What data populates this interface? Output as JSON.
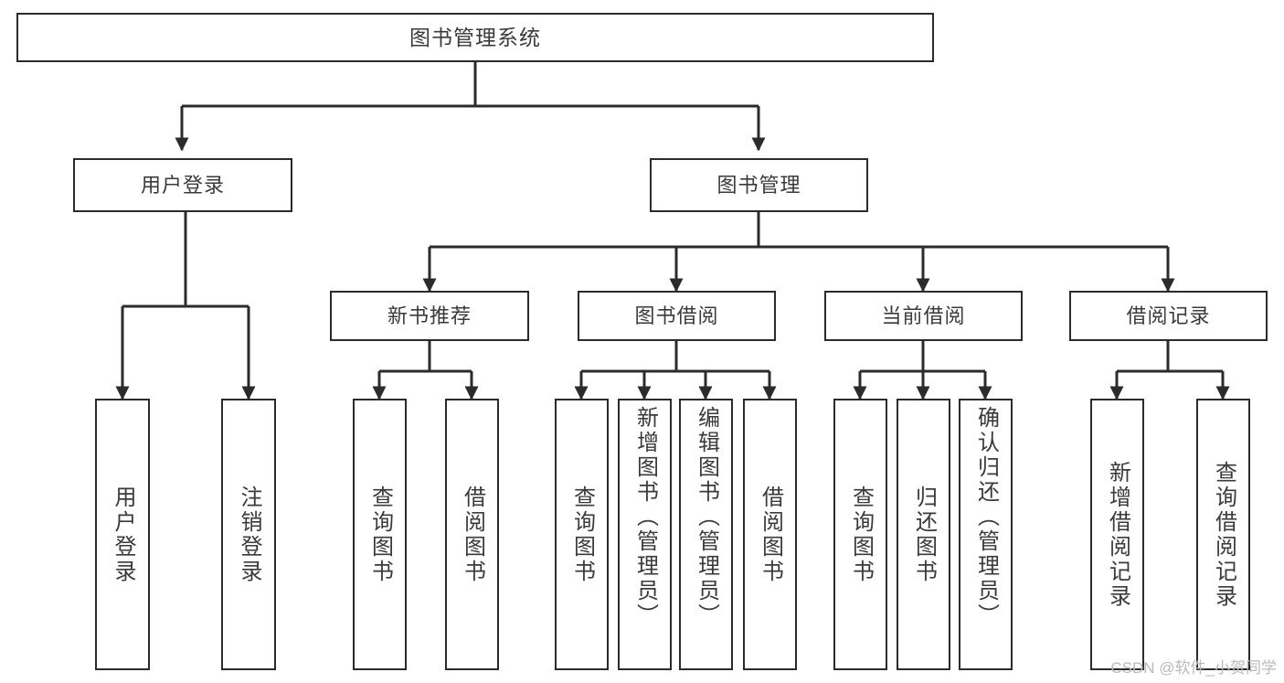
{
  "diagram": {
    "title": "图书管理系统",
    "type": "tree-hierarchy-chart",
    "line_color": "#2b2b2b",
    "text_color": "#3a3a3a",
    "background": "#ffffff"
  },
  "nodes": {
    "root": {
      "label": "图书管理系统"
    },
    "level2": [
      {
        "id": "user-login",
        "label": "用户登录"
      },
      {
        "id": "book-management",
        "label": "图书管理"
      }
    ],
    "level3": [
      {
        "id": "new-book-recommend",
        "label": "新书推荐"
      },
      {
        "id": "book-borrow",
        "label": "图书借阅"
      },
      {
        "id": "current-borrow",
        "label": "当前借阅"
      },
      {
        "id": "borrow-record",
        "label": "借阅记录"
      }
    ],
    "leaves": [
      {
        "id": "leaf-user-login",
        "label": "用户登录",
        "parent": "user-login"
      },
      {
        "id": "leaf-logout",
        "label": "注销登录",
        "parent": "user-login"
      },
      {
        "id": "leaf-query-book-1",
        "label": "查询图书",
        "parent": "new-book-recommend"
      },
      {
        "id": "leaf-borrow-book-1",
        "label": "借阅图书",
        "parent": "new-book-recommend"
      },
      {
        "id": "leaf-query-book-2",
        "label": "查询图书",
        "parent": "book-borrow"
      },
      {
        "id": "leaf-add-book",
        "label": "新增图书（管理员）",
        "parent": "book-borrow"
      },
      {
        "id": "leaf-edit-book",
        "label": "编辑图书（管理员）",
        "parent": "book-borrow"
      },
      {
        "id": "leaf-borrow-book-2",
        "label": "借阅图书",
        "parent": "book-borrow"
      },
      {
        "id": "leaf-query-book-3",
        "label": "查询图书",
        "parent": "current-borrow"
      },
      {
        "id": "leaf-return-book",
        "label": "归还图书",
        "parent": "current-borrow"
      },
      {
        "id": "leaf-confirm-return",
        "label": "确认归还（管理员）",
        "parent": "current-borrow"
      },
      {
        "id": "leaf-add-record",
        "label": "新增借阅记录",
        "parent": "borrow-record"
      },
      {
        "id": "leaf-query-record",
        "label": "查询借阅记录",
        "parent": "borrow-record"
      }
    ]
  },
  "watermark": {
    "text": "CSDN @软件_小贺同学"
  }
}
